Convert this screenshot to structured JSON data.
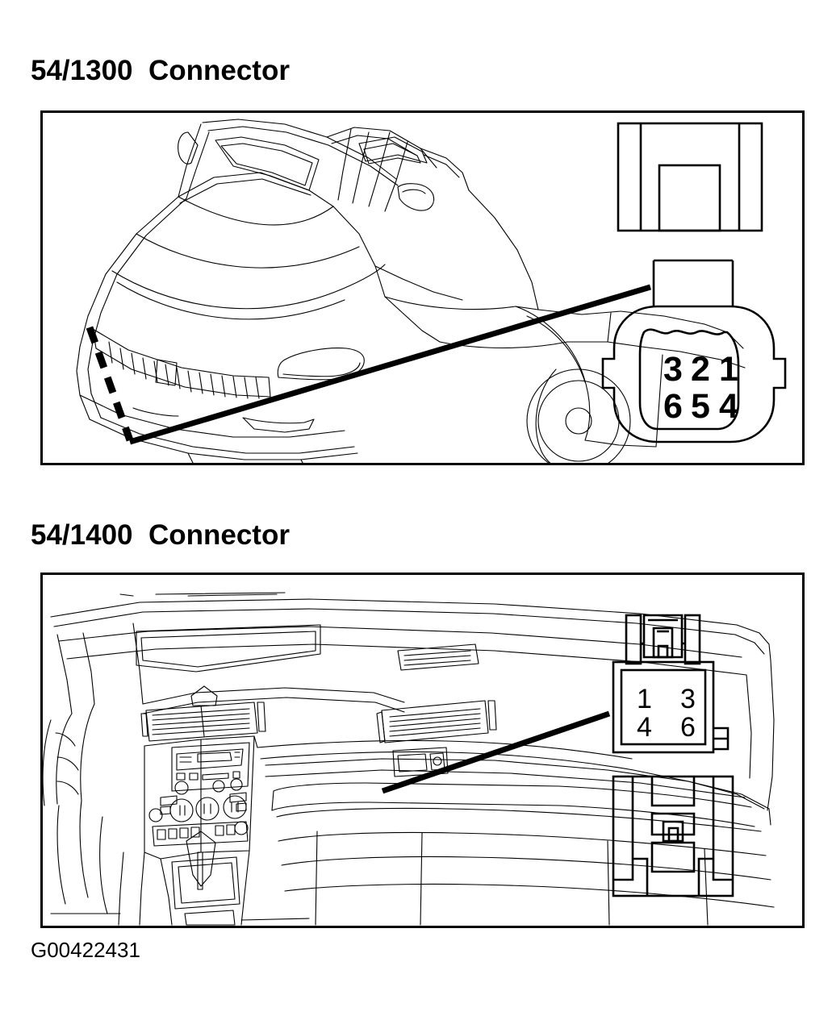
{
  "document": {
    "figure_id": "G00422431"
  },
  "sections": [
    {
      "id": "54-1300",
      "title": "54/1300  Connector",
      "illustration": {
        "name": "vehicle-front-three-quarter-view",
        "description": "Front three-quarter line drawing of sedan showing hood, grille and headlight"
      },
      "connector": {
        "name": "6-pin-oval-connector",
        "view_top": "connector-body-front-view",
        "pin_rows": [
          [
            "3",
            "2",
            "1"
          ],
          [
            "6",
            "5",
            "4"
          ]
        ]
      }
    },
    {
      "id": "54-1400",
      "title": "54/1400  Connector",
      "illustration": {
        "name": "vehicle-interior-dashboard-view",
        "description": "Interior line drawing showing dashboard, center console, vents and passenger seat"
      },
      "connector": {
        "name": "6-pin-rectangular-connector",
        "view_bottom": "connector-body-rear-view",
        "pin_rows": [
          [
            "1",
            "",
            "3"
          ],
          [
            "4",
            "",
            "6"
          ]
        ]
      }
    }
  ],
  "colors": {
    "ink": "#000000",
    "paper": "#ffffff"
  }
}
